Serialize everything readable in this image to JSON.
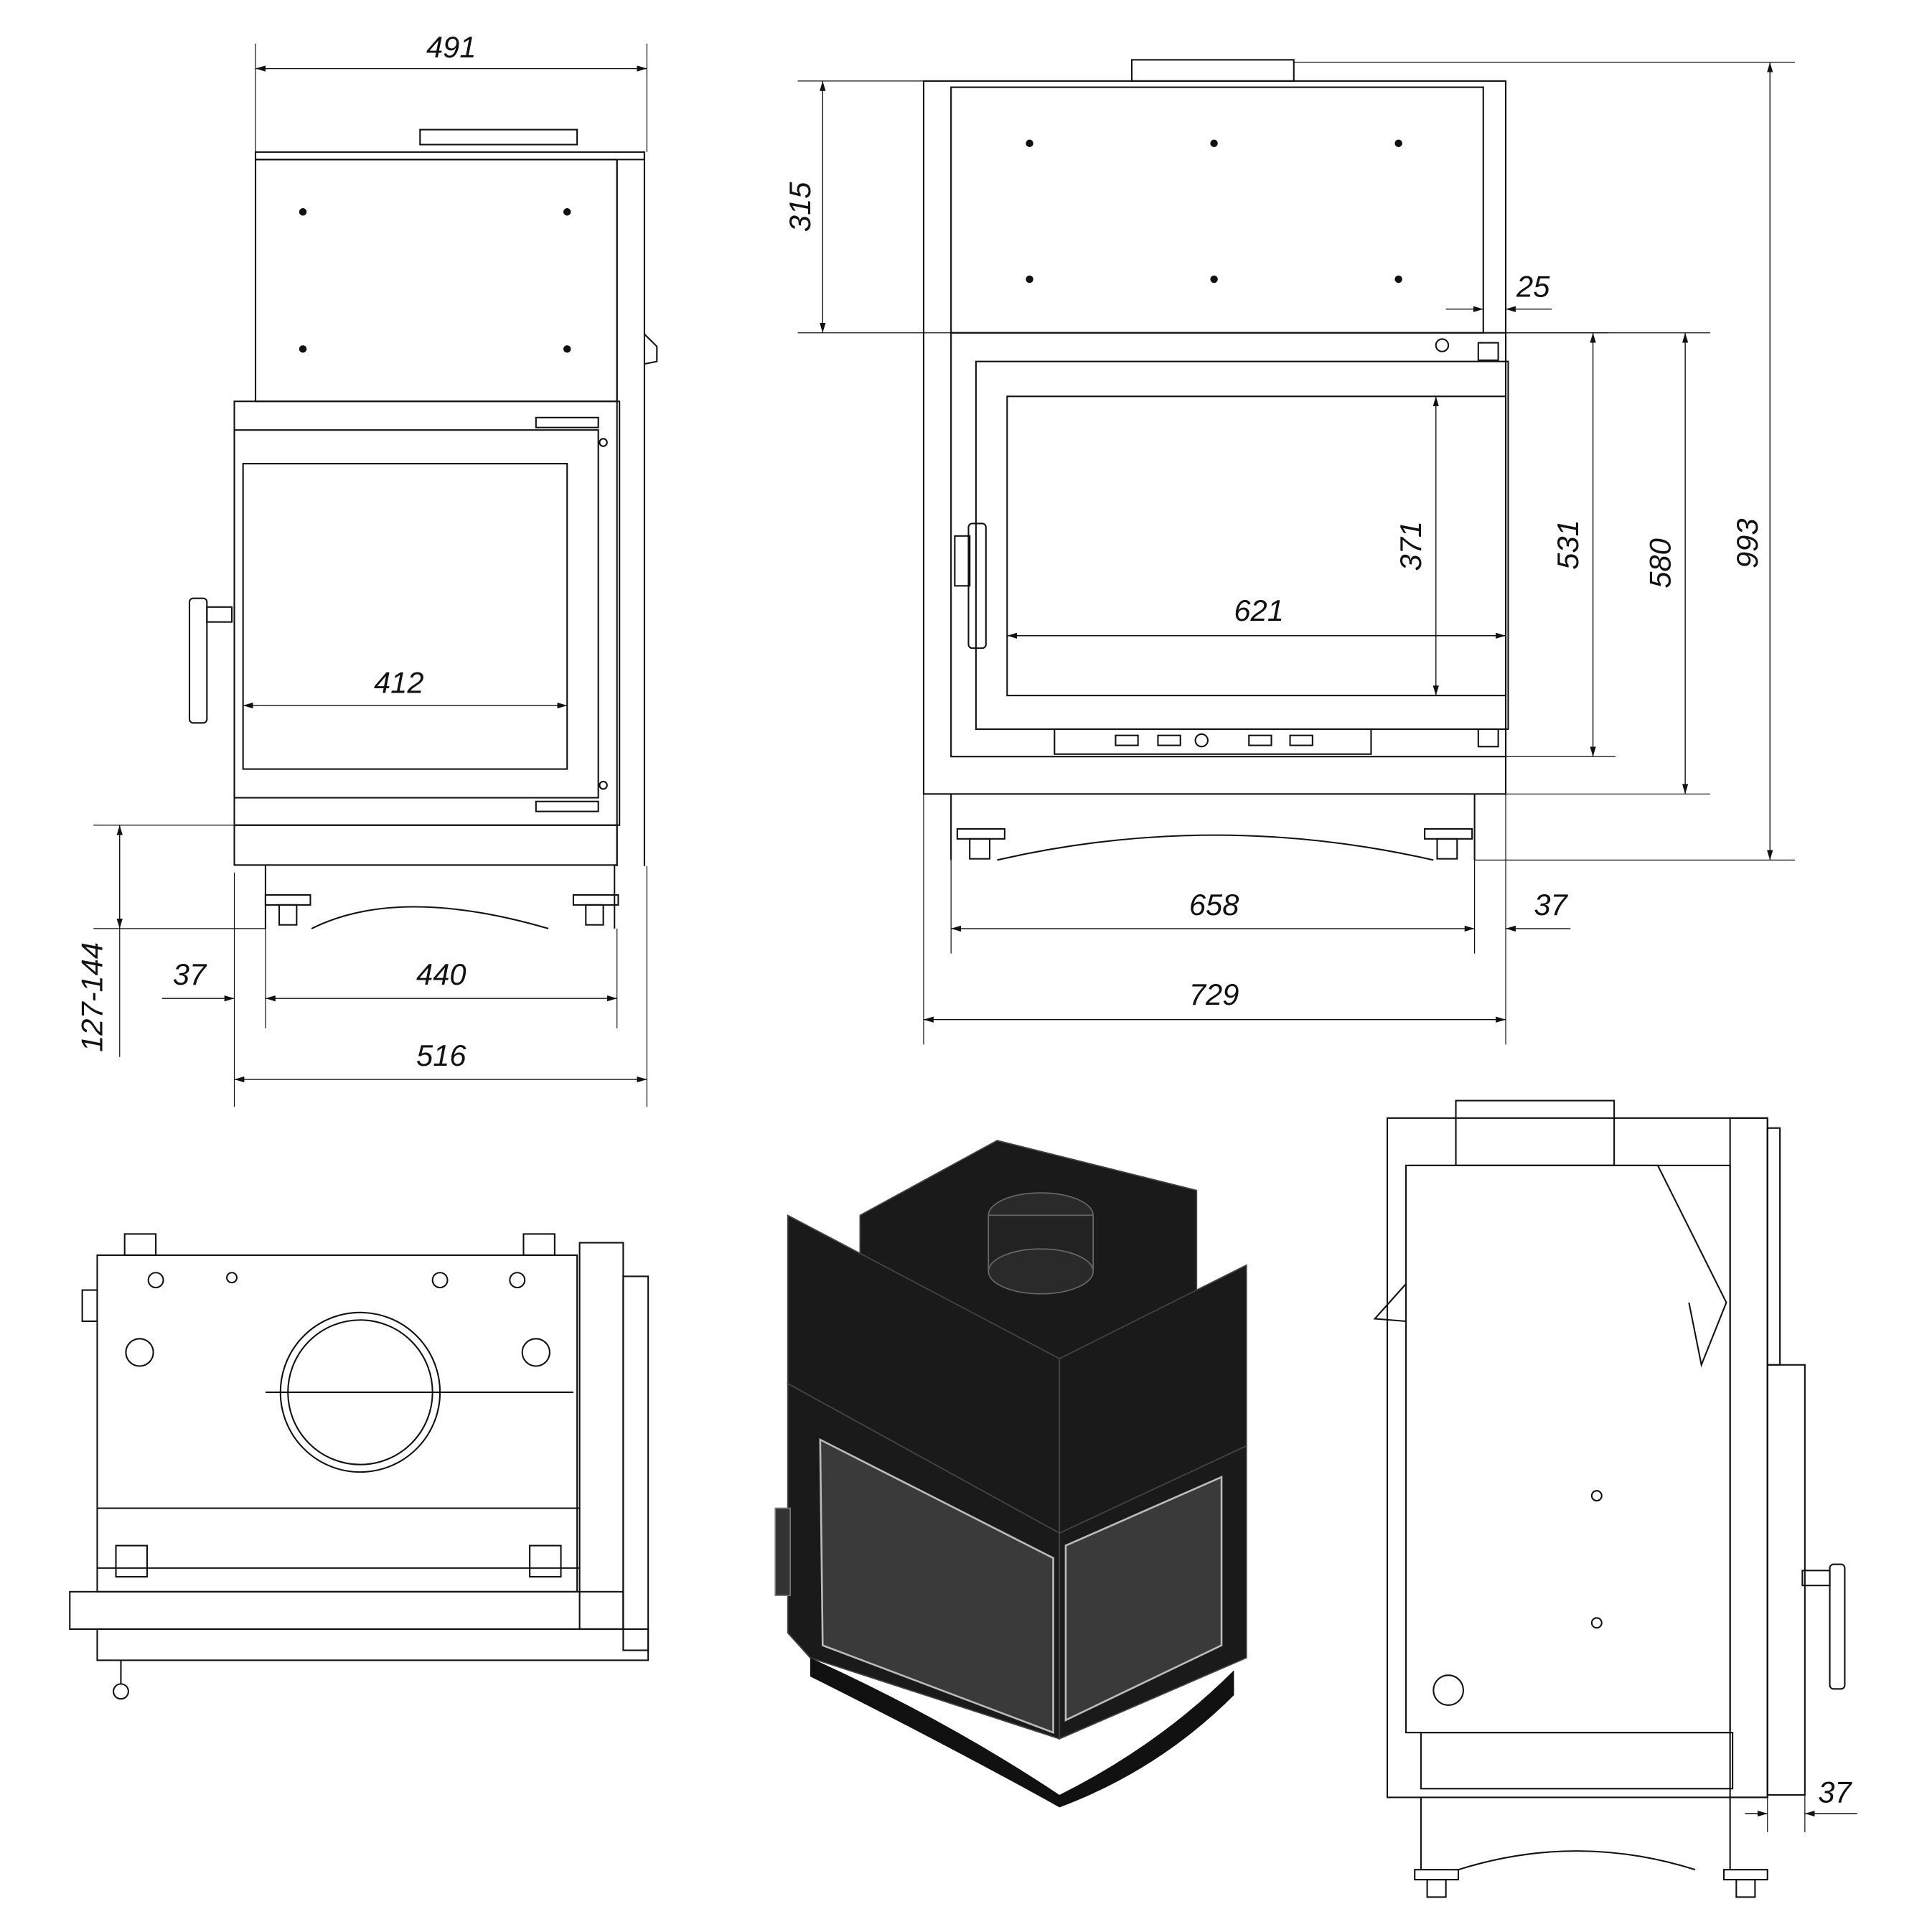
{
  "title": "Fireplace insert dimension drawing",
  "side_view": {
    "width_top": "491",
    "glass_width": "412",
    "leg_height": "127-144",
    "offset": "37",
    "base_width": "440",
    "total_depth": "516"
  },
  "front_view": {
    "top_height": "315",
    "top_offset": "25",
    "glass_height": "371",
    "glass_width": "621",
    "door_height": "531",
    "body_height": "580",
    "total_height": "993",
    "base_width": "658",
    "offset": "37",
    "total_width": "729"
  },
  "right_view": {
    "offset": "37"
  }
}
